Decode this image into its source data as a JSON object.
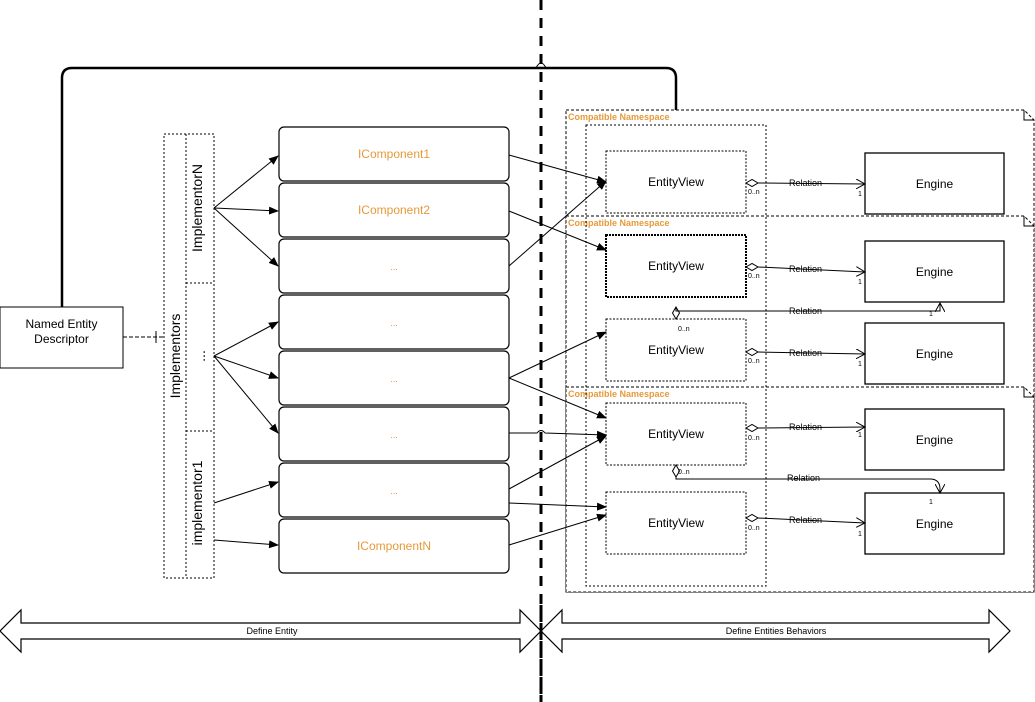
{
  "descriptor": {
    "label_line1": "Named Entity",
    "label_line2": "Descriptor"
  },
  "implementors": {
    "title": "Implementors",
    "items": [
      "ImplementorN",
      "...",
      "implementor1"
    ]
  },
  "components": [
    "IComponent1",
    "IComponent2",
    "...",
    "...",
    "...",
    "...",
    "...",
    "IComponentN"
  ],
  "namespaces": [
    "Compatible Namespace",
    "Compatible Namespace",
    "Compatible Namespace"
  ],
  "entity_views": [
    "EntityView",
    "EntityView",
    "EntityView",
    "EntityView",
    "EntityView"
  ],
  "engines": [
    "Engine",
    "Engine",
    "Engine",
    "Engine",
    "Engine"
  ],
  "relations": {
    "label": "Relation",
    "mult_many": "0..n",
    "mult_one": "1"
  },
  "bottom": {
    "define_entity": "Define Entity",
    "define_behaviors": "Define Entities Behaviors"
  }
}
